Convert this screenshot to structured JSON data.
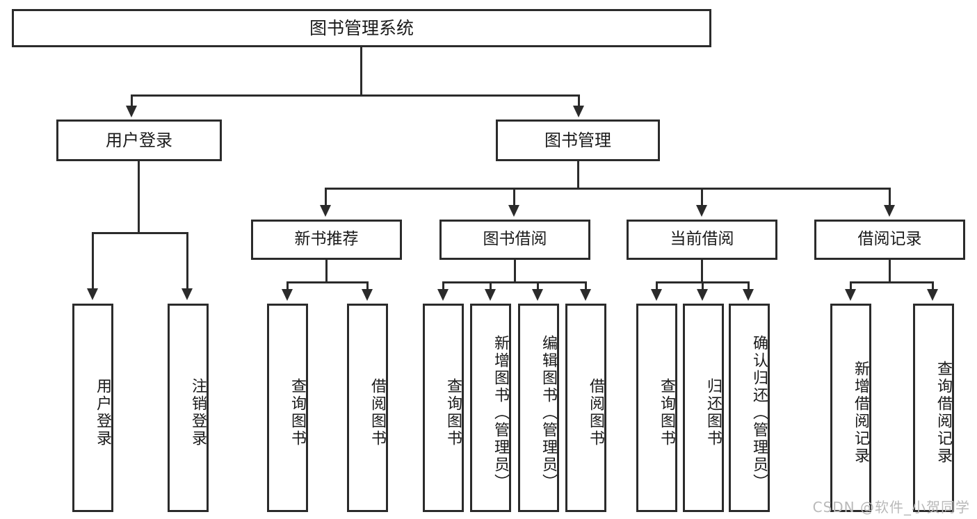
{
  "diagram": {
    "title": "图书管理系统",
    "watermark": "CSDN @软件_小贺同学",
    "root": {
      "label": "图书管理系统"
    },
    "level2": [
      {
        "label": "用户登录"
      },
      {
        "label": "图书管理"
      }
    ],
    "level3": [
      {
        "label": "新书推荐"
      },
      {
        "label": "图书借阅"
      },
      {
        "label": "当前借阅"
      },
      {
        "label": "借阅记录"
      }
    ],
    "leaves": {
      "user_login": [
        {
          "label": "用户登录"
        },
        {
          "label": "注销登录"
        }
      ],
      "new_book": [
        {
          "label": "查询图书"
        },
        {
          "label": "借阅图书"
        }
      ],
      "book_borrow": [
        {
          "label": "查询图书"
        },
        {
          "label": "新增图书（管理员）"
        },
        {
          "label": "编辑图书（管理员）"
        },
        {
          "label": "借阅图书"
        }
      ],
      "current_borrow": [
        {
          "label": "查询图书"
        },
        {
          "label": "归还图书"
        },
        {
          "label": "确认归还（管理员）"
        }
      ],
      "borrow_record": [
        {
          "label": "新增借阅记录"
        },
        {
          "label": "查询借阅记录"
        }
      ]
    },
    "colors": {
      "stroke": "#2b2b2b",
      "fill": "#ffffff",
      "text": "#1a1a1a",
      "watermark": "#b9b9b9"
    }
  }
}
